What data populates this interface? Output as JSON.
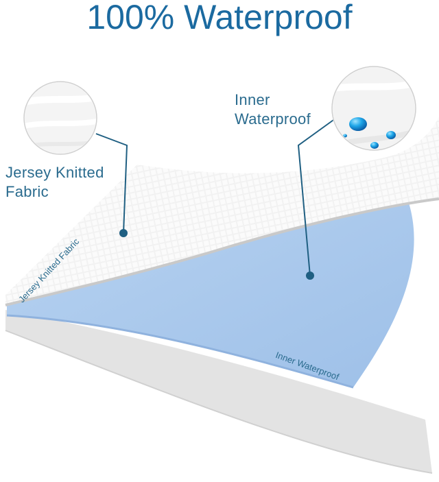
{
  "title": "100% Waterproof",
  "labels": {
    "jersey_callout": "Jersey Knitted Fabric",
    "inner_callout": "Inner Waterproof",
    "jersey_on_layer": "Jersey Knitted Fabric",
    "inner_on_layer": "Inner Waterproof"
  },
  "colors": {
    "title": "#1b6aa0",
    "label": "#2a6b8e",
    "callout_line": "#1f5f82",
    "waterproof_layer": "#a9c8ec",
    "fabric_layer": "#efefef",
    "base_layer": "#e6e6e6"
  }
}
